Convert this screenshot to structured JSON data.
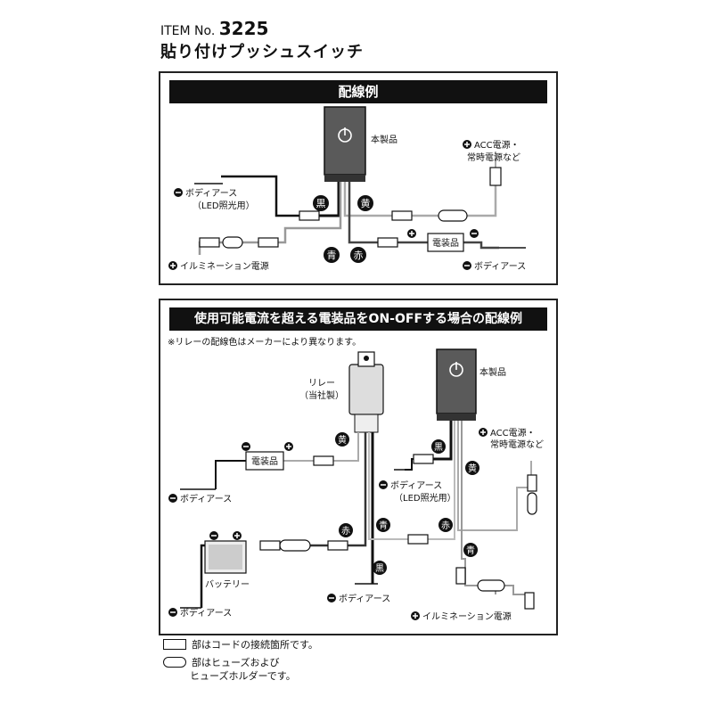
{
  "header": {
    "item_label": "ITEM No.",
    "item_number": "3225",
    "product_name": "貼り付けプッシュスイッチ"
  },
  "diagram1": {
    "banner": "配線例",
    "product": "本製品",
    "acc_line1": "ACC電源・",
    "acc_line2": "常時電源など",
    "body_earth_led_line1": "ボディアース",
    "body_earth_led_line2": "（LED照光用）",
    "illumination": "イルミネーション電源",
    "accessory": "電装品",
    "body_earth": "ボディアース",
    "wire_black": "黒",
    "wire_yellow": "黄",
    "wire_blue": "青",
    "wire_red": "赤"
  },
  "diagram2": {
    "banner": "使用可能電流を超える電装品をON-OFFする場合の配線例",
    "note": "※リレーの配線色はメーカーにより異なります。",
    "relay_line1": "リレー",
    "relay_line2": "（当社製）",
    "product": "本製品",
    "acc_line1": "ACC電源・",
    "acc_line2": "常時電源など",
    "accessory": "電装品",
    "body_earth_accessory": "ボディアース",
    "body_earth_led_line1": "ボディアース",
    "body_earth_led_line2": "（LED照光用）",
    "battery": "バッテリー",
    "body_earth_battery": "ボディアース",
    "body_earth_relay": "ボディアース",
    "illumination": "イルミネーション電源",
    "wire_yellow_relay": "黄",
    "wire_red_relay": "赤",
    "wire_black_relay": "黒",
    "wire_black": "黒",
    "wire_yellow": "黄",
    "wire_blue": "青",
    "wire_red": "赤",
    "wire_blue_illum": "青"
  },
  "legend": {
    "connector": "部はコードの接続箇所です。",
    "fuse_line1": "部はヒューズおよび",
    "fuse_line2": "ヒューズホルダーです。"
  }
}
